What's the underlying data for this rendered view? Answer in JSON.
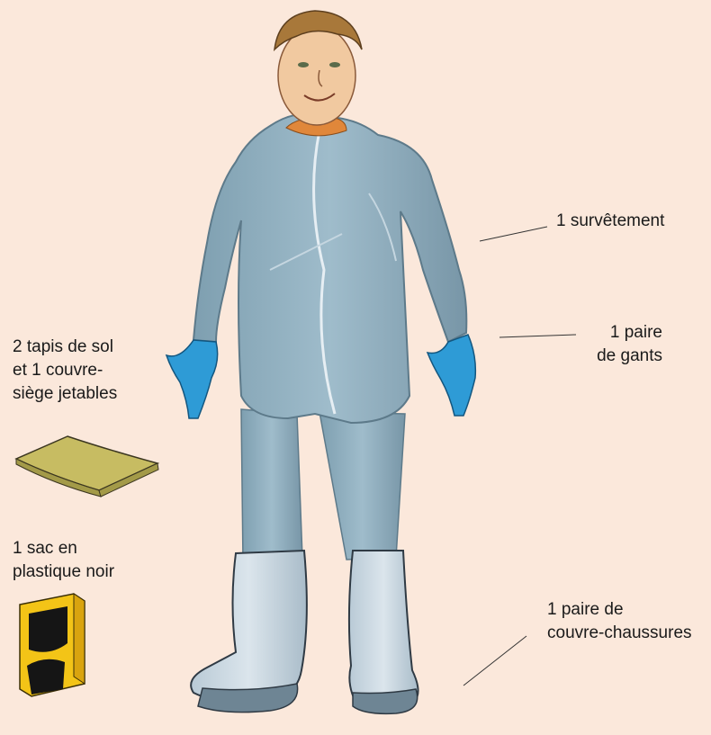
{
  "labels": {
    "suit": {
      "lines": [
        "1 survêtement"
      ]
    },
    "gloves": {
      "lines": [
        "1 paire",
        "de gants"
      ]
    },
    "mats": {
      "lines": [
        "2 tapis de sol",
        "et 1 couvre-",
        "siège jetables"
      ]
    },
    "bag": {
      "lines": [
        "1 sac en",
        "plastique noir"
      ]
    },
    "shoes": {
      "lines": [
        "1 paire de",
        "couvre-chaussures"
      ]
    }
  },
  "colors": {
    "background": "#fbe8db",
    "suit": "#8fb0c0",
    "gloves": "#2e9bd6",
    "mats": "#c7bc62",
    "box": "#f3c417"
  }
}
